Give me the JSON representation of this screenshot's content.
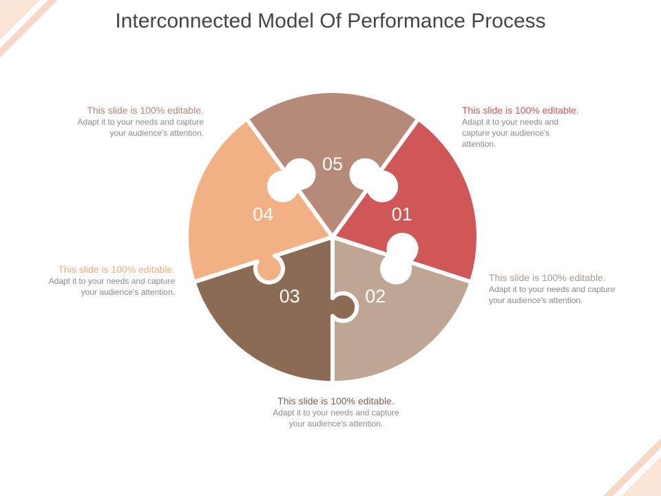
{
  "title": "Interconnected Model Of Performance Process",
  "pieces": [
    {
      "number": "01",
      "color": "#d05757"
    },
    {
      "number": "02",
      "color": "#bfa593"
    },
    {
      "number": "03",
      "color": "#8b6b53"
    },
    {
      "number": "04",
      "color": "#f2b184"
    },
    {
      "number": "05",
      "color": "#b68a78"
    }
  ],
  "captions": [
    {
      "heading": "This slide is 100% editable.",
      "line1": "Adapt it to your needs and",
      "line2": "capture your audience's",
      "line3": "attention.",
      "color": "#c85555"
    },
    {
      "heading": "This slide is 100% editable.",
      "line1": "Adapt it to your needs and capture",
      "line2": "your audience's attention.",
      "color": "#a89a91"
    },
    {
      "heading": "This slide is 100% editable.",
      "line1": "Adapt it to your needs and capture",
      "line2": "your audience's attention.",
      "color": "#7a6250"
    },
    {
      "heading": "This slide is 100% editable.",
      "line1": "Adapt it to your needs and capture",
      "line2": "your audience's attention.",
      "color": "#f0a87a"
    },
    {
      "heading": "This slide is 100% editable.",
      "line1": "Adapt it to your needs and capture",
      "line2": "your audience's attention.",
      "color": "#b08474"
    }
  ],
  "accent_color": "#f7d7c6"
}
